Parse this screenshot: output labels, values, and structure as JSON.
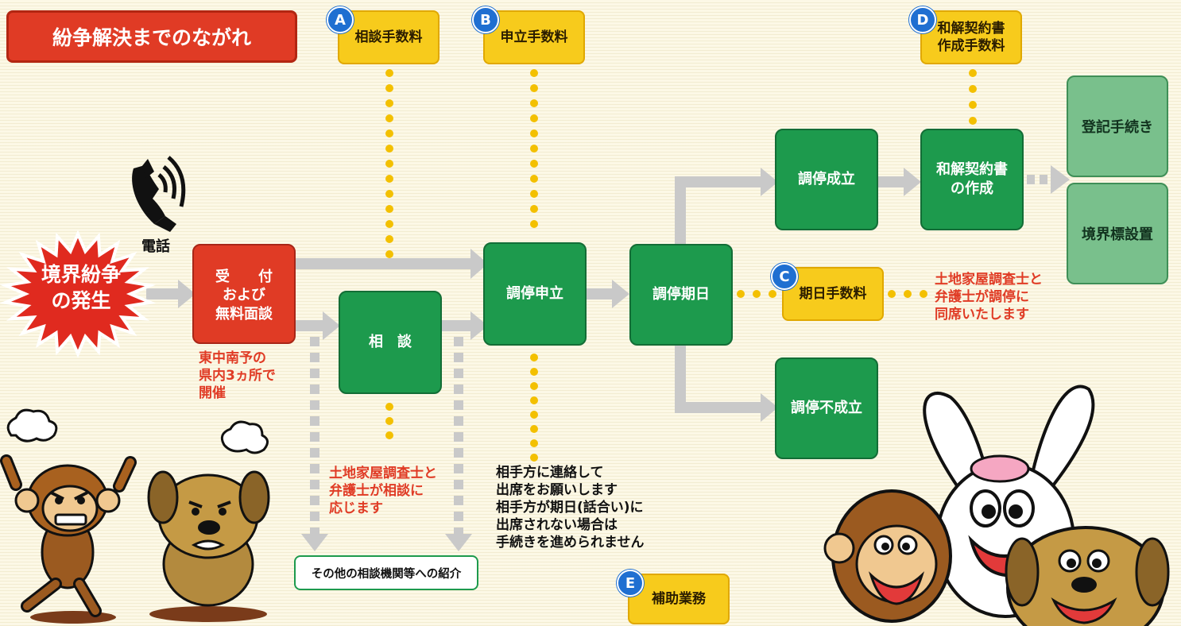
{
  "title": "紛争解決までのながれ",
  "event": {
    "line1": "境界紛争",
    "line2": "の発生"
  },
  "phone_label": "電話",
  "reception": {
    "line1": "受　　付",
    "line2": "および",
    "line3": "無料面談"
  },
  "reception_note": {
    "line1": "東中南予の",
    "line2": "県内3ヵ所で",
    "line3": "開催"
  },
  "consult": "相　談",
  "consult_note": {
    "line1": "土地家屋調査士と",
    "line2": "弁護士が相談に",
    "line3": "応じます"
  },
  "referral": "その他の相談機関等への紹介",
  "apply": "調停申立",
  "apply_note": {
    "line1": "相手方に連絡して",
    "line2": "出席をお願いします",
    "line3": "相手方が期日(話合い)に",
    "line4": "出席されない場合は",
    "line5": "手続きを進められません"
  },
  "session": "調停期日",
  "session_note": {
    "line1": "土地家屋調査士と",
    "line2": "弁護士が調停に",
    "line3": "同席いたします"
  },
  "success": "調停成立",
  "failure": "調停不成立",
  "settlement": {
    "line1": "和解契約書",
    "line2": "の作成"
  },
  "registration": "登記手続き",
  "boundary_marker": "境界標設置",
  "fees": {
    "a": {
      "badge": "A",
      "label": "相談手数料"
    },
    "b": {
      "badge": "B",
      "label": "申立手数料"
    },
    "c": {
      "badge": "C",
      "label": "期日手数料"
    },
    "d": {
      "badge": "D",
      "line1": "和解契約書",
      "line2": "作成手数料"
    },
    "e": {
      "badge": "E",
      "label": "補助業務"
    }
  },
  "colors": {
    "title_red": "#e03b25",
    "process_green": "#1d9a4d",
    "outcome_light_green": "#79c08c",
    "fee_yellow": "#f7cb1c",
    "badge_blue": "#1f6fd1",
    "arrow_gray": "#c8c8c8",
    "background_cream": "#fcf8e6"
  },
  "icons": [
    "telephone-icon",
    "starburst-shape",
    "angry-monkey-illustration",
    "angry-dog-illustration",
    "happy-rabbit-illustration",
    "happy-monkey-illustration",
    "happy-dog-illustration"
  ]
}
